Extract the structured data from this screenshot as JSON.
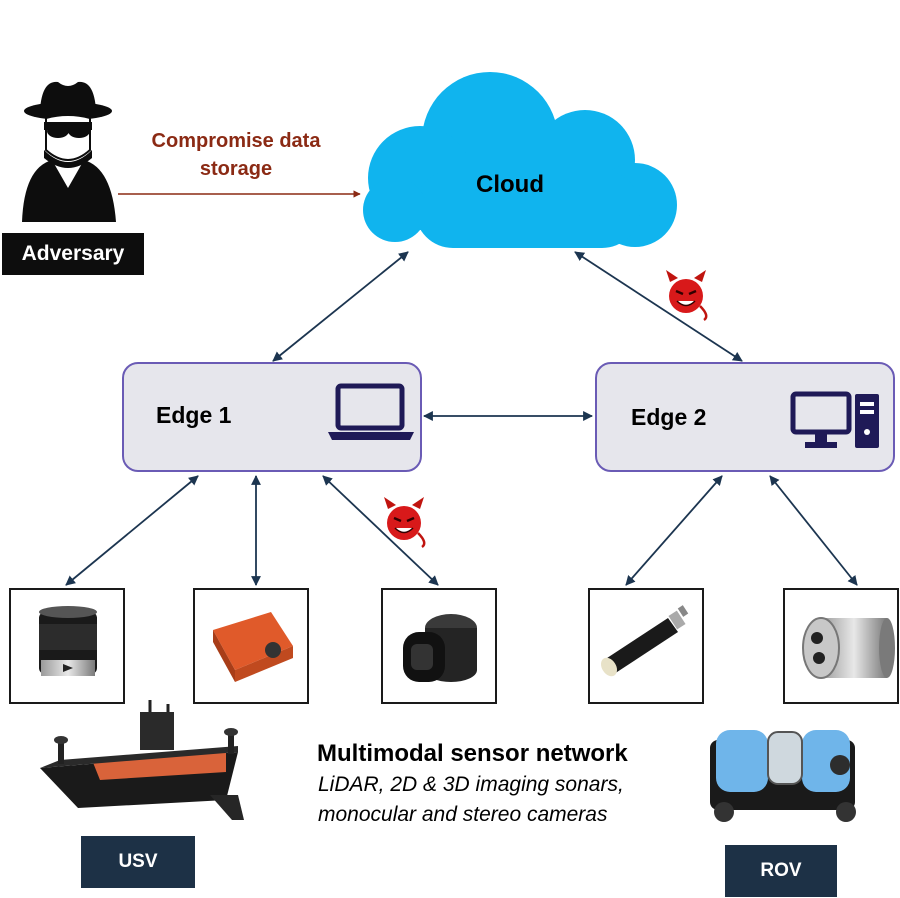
{
  "cloud": {
    "label": "Cloud",
    "color": "#10b4ee"
  },
  "adversary": {
    "label": "Adversary",
    "action": "Compromise data storage",
    "action_line1": "Compromise data",
    "action_line2": "storage",
    "action_color": "#8b2a14"
  },
  "edges": [
    {
      "label": "Edge 1",
      "icon": "laptop-icon"
    },
    {
      "label": "Edge 2",
      "icon": "desktop-computer-icon"
    }
  ],
  "sensors": [
    {
      "icon": "lidar-sensor-icon"
    },
    {
      "icon": "imaging-sonar-2d-icon"
    },
    {
      "icon": "imaging-sonar-3d-icon"
    },
    {
      "icon": "monocular-camera-icon"
    },
    {
      "icon": "stereo-camera-icon"
    }
  ],
  "network": {
    "title": "Multimodal sensor network",
    "line1": "LiDAR, 2D & 3D imaging sonars,",
    "line2": "monocular and stereo cameras"
  },
  "vehicles": [
    {
      "label": "USV",
      "icon": "usv-boat-icon"
    },
    {
      "label": "ROV",
      "icon": "rov-robot-icon"
    }
  ],
  "threat_icon": "devil-face-icon",
  "colors": {
    "arrow": "#1c3550",
    "edge_border": "#6a5bb5",
    "edge_fill": "#e6e6ec",
    "tag_fill": "#1d3146"
  }
}
